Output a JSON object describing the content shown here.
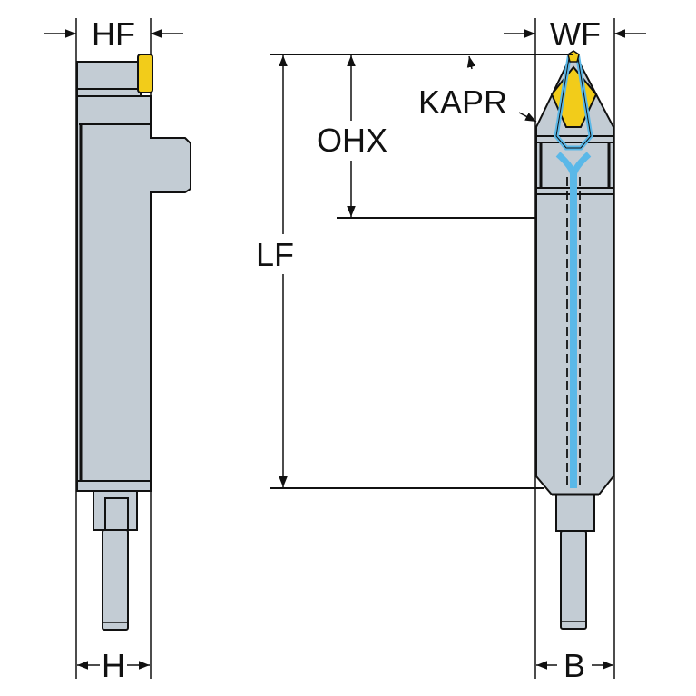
{
  "diagram": {
    "dimension_labels": {
      "hf": "HF",
      "h": "H",
      "wf": "WF",
      "b": "B",
      "lf": "LF",
      "ohx": "OHX",
      "kapr": "KAPR"
    },
    "colors": {
      "body": "#c3ccd4",
      "insert": "#f2cc1a",
      "coolant": "#5ab8e8",
      "outline": "#111111"
    }
  }
}
